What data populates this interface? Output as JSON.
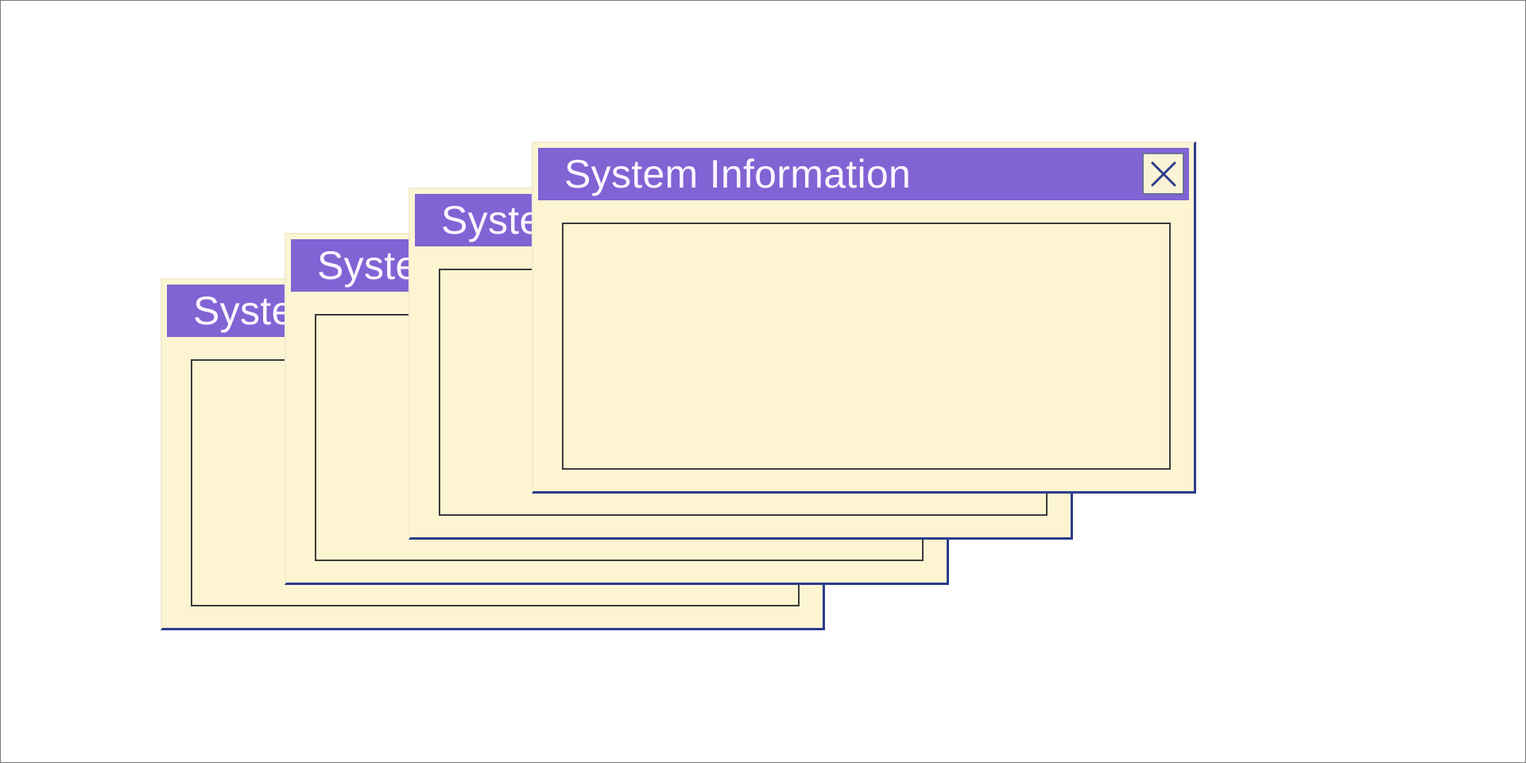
{
  "windows": [
    {
      "title": "System Information"
    },
    {
      "title": "System Information"
    },
    {
      "title": "System Information"
    },
    {
      "title": "System Information",
      "close_icon": "close-icon"
    }
  ],
  "colors": {
    "titlebar": "#8163d4",
    "window_bg": "#fdf5d2",
    "window_shadow_border": "#2c3b8c",
    "title_text": "#fbf6ff",
    "frame_border": "#3b3b3b"
  }
}
